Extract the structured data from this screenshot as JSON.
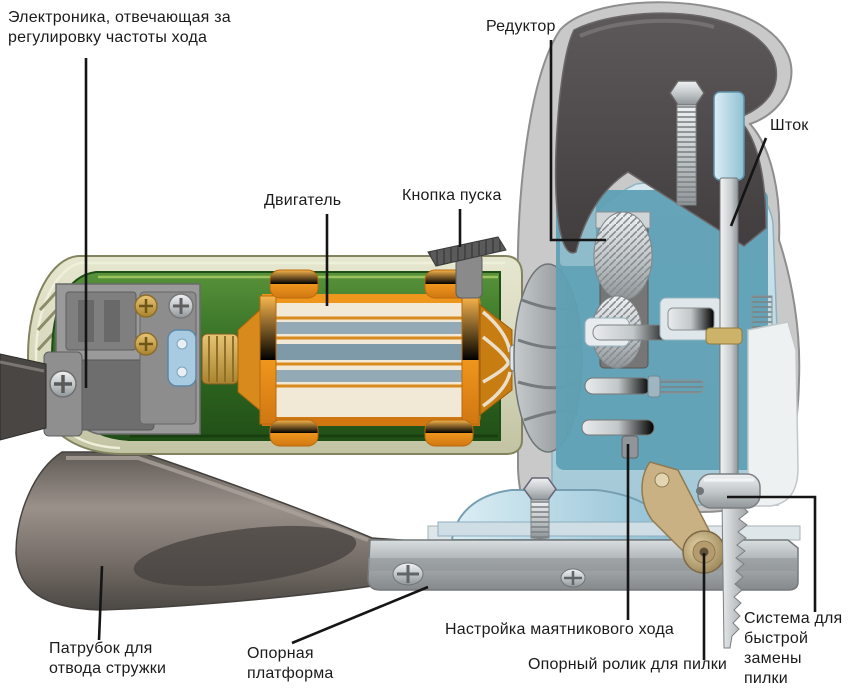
{
  "figure": {
    "subject": "Устройство электролобзика — схема в разрезе",
    "background_color": "#ffffff",
    "label_color": "#1b1b1b",
    "leader_line_color": "#151515"
  },
  "callouts": {
    "electronics": {
      "text": "Электроника, отвечающая за\nрегулировку частоты хода"
    },
    "gearbox": {
      "text": "Редуктор"
    },
    "rod": {
      "text": "Шток"
    },
    "motor": {
      "text": "Двигатель"
    },
    "start_button": {
      "text": "Кнопка пуска"
    },
    "chip_port": {
      "text": "Патрубок для\nотвода стружки"
    },
    "base_platform": {
      "text": "Опорная\nплатформа"
    },
    "pendulum_adjustment": {
      "text": "Настройка маятникового хода"
    },
    "blade_support_roller": {
      "text": "Опорный ролик для пилки"
    },
    "quick_blade_change": {
      "text": "Система для\nбыстрой\nзамены пилки"
    }
  },
  "palette": {
    "housing_shell": "#d7d8bd",
    "housing_interior_green": "#2f6b22",
    "motor_orange": "#f0981e",
    "gear_housing_blue": "#bfdbe6",
    "gear_housing_teal": "#5fa0b5",
    "handle_dark_gray": "#4c4849",
    "metal_silver": "#c6cbcd",
    "brass_gold": "#c9a64e",
    "roller_bronze": "#c3aa7c",
    "chip_horn_gray": "#6e6762"
  }
}
